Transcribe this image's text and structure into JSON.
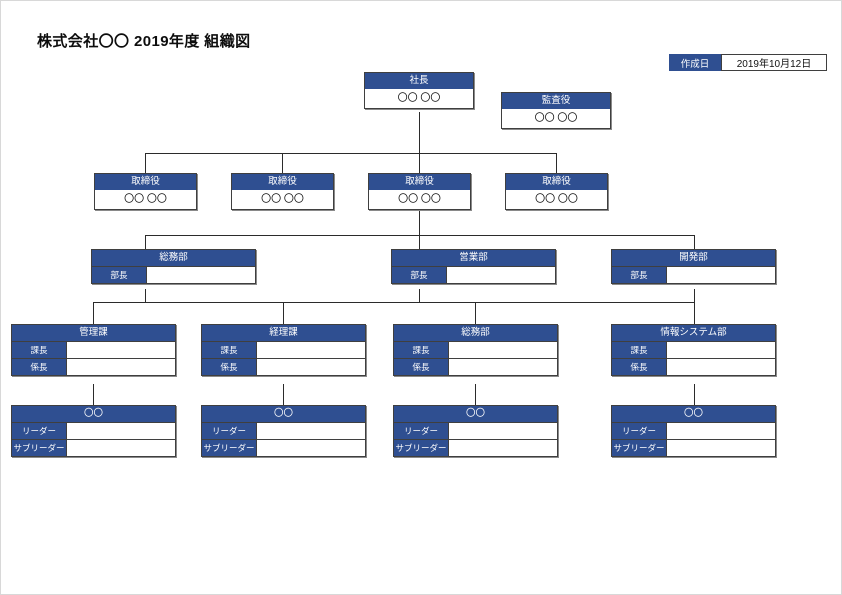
{
  "page": {
    "title": "株式会社〇〇 2019年度 組織図"
  },
  "date_stamp": {
    "label": "作成日",
    "value": "2019年10月12日"
  },
  "colors": {
    "header_blue": "#2f4f91",
    "box_border": "#3f3f3f",
    "line": "#2b2b2b",
    "text_dark": "#111111",
    "page_border": "#d8d8d8"
  },
  "org": {
    "president": {
      "title": "社長",
      "name": "〇〇 〇〇"
    },
    "auditor": {
      "title": "監査役",
      "name": "〇〇 〇〇"
    },
    "directors": [
      {
        "title": "取締役",
        "name": "〇〇 〇〇"
      },
      {
        "title": "取締役",
        "name": "〇〇 〇〇"
      },
      {
        "title": "取締役",
        "name": "〇〇 〇〇"
      },
      {
        "title": "取締役",
        "name": "〇〇 〇〇"
      }
    ],
    "departments": [
      {
        "title": "総務部",
        "rows": [
          {
            "label": "部長",
            "value": ""
          }
        ]
      },
      {
        "title": "営業部",
        "rows": [
          {
            "label": "部長",
            "value": ""
          }
        ]
      },
      {
        "title": "開発部",
        "rows": [
          {
            "label": "部長",
            "value": ""
          }
        ]
      }
    ],
    "sections": [
      {
        "title": "管理課",
        "rows": [
          {
            "label": "課長",
            "value": ""
          },
          {
            "label": "係長",
            "value": ""
          }
        ]
      },
      {
        "title": "経理課",
        "rows": [
          {
            "label": "課長",
            "value": ""
          },
          {
            "label": "係長",
            "value": ""
          }
        ]
      },
      {
        "title": "総務部",
        "rows": [
          {
            "label": "課長",
            "value": ""
          },
          {
            "label": "係長",
            "value": ""
          }
        ]
      },
      {
        "title": "情報システム部",
        "rows": [
          {
            "label": "課長",
            "value": ""
          },
          {
            "label": "係長",
            "value": ""
          }
        ]
      }
    ],
    "teams": [
      {
        "title": "〇〇",
        "rows": [
          {
            "label": "リーダー",
            "value": ""
          },
          {
            "label": "サブリーダー",
            "value": ""
          }
        ]
      },
      {
        "title": "〇〇",
        "rows": [
          {
            "label": "リーダー",
            "value": ""
          },
          {
            "label": "サブリーダー",
            "value": ""
          }
        ]
      },
      {
        "title": "〇〇",
        "rows": [
          {
            "label": "リーダー",
            "value": ""
          },
          {
            "label": "サブリーダー",
            "value": ""
          }
        ]
      },
      {
        "title": "〇〇",
        "rows": [
          {
            "label": "リーダー",
            "value": ""
          },
          {
            "label": "サブリーダー",
            "value": ""
          }
        ]
      }
    ]
  }
}
